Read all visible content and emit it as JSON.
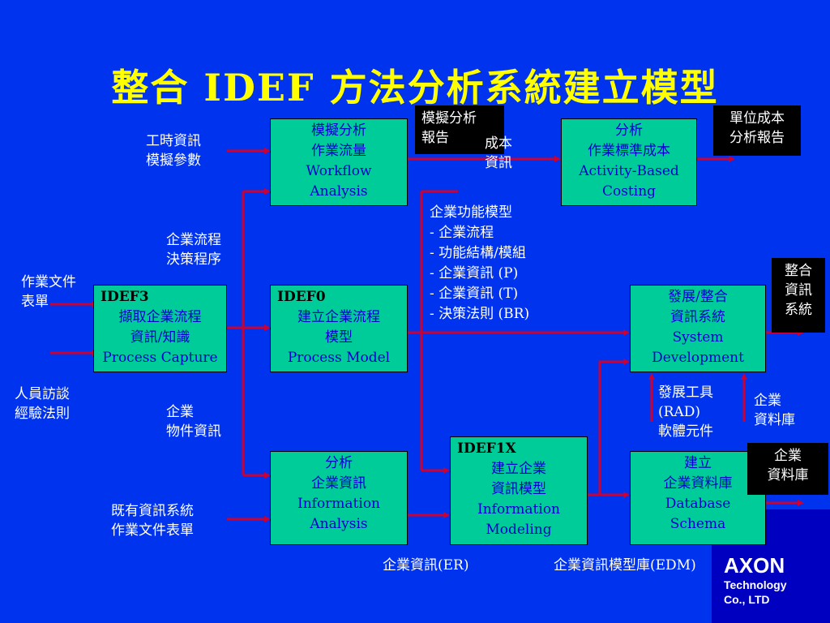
{
  "title": "整合 IDEF 方法分析系統建立模型",
  "boxes": {
    "workflow": [
      "模擬分析",
      "作業流量",
      "Workflow",
      "Analysis"
    ],
    "costing": [
      "分析",
      "作業標準成本",
      "Activity-Based",
      "Costing"
    ],
    "idef3": {
      "head": "IDEF3",
      "lines": [
        "擷取企業流程",
        "資訊/知識",
        "Process Capture"
      ]
    },
    "idef0": {
      "head": "IDEF0",
      "lines": [
        "建立企業流程",
        "模型",
        "Process Model"
      ]
    },
    "sysdev": [
      "發展/整合",
      "資訊系統",
      "System",
      "Development"
    ],
    "info_analysis": [
      "分析",
      "企業資訊",
      "Information",
      "Analysis"
    ],
    "idef1x": {
      "head": "IDEF1X",
      "lines": [
        "建立企業",
        "資訊模型",
        "Information",
        "Modeling"
      ]
    },
    "db_schema": [
      "建立",
      "企業資料庫",
      "Database",
      "Schema"
    ]
  },
  "black_boxes": {
    "sim_report": [
      "模擬分析",
      "報告"
    ],
    "unit_cost": [
      "單位成本",
      "分析報告"
    ],
    "integrated": [
      "整合",
      "資訊",
      "系統"
    ],
    "enterprise_db": [
      "企業",
      "資料庫"
    ]
  },
  "labels": {
    "work_time": [
      "工時資訊",
      "模擬參數"
    ],
    "cost_info": [
      "成本",
      "資訊"
    ],
    "process_decision": [
      "企業流程",
      "決策程序"
    ],
    "functional_model": [
      "企業功能模型",
      "- 企業流程",
      "- 功能結構/模組",
      "- 企業資訊 (P)",
      "- 企業資訊 (T)",
      "- 決策法則 (BR)"
    ],
    "work_docs": [
      "作業文件",
      "表單"
    ],
    "interview": [
      "人員訪談",
      "經驗法則"
    ],
    "object_info": [
      "企業",
      "物件資訊"
    ],
    "dev_tools": [
      "發展工具",
      "(RAD)",
      "軟體元件"
    ],
    "db_label": [
      "企業",
      "資料庫"
    ],
    "existing_sys": [
      "既有資訊系統",
      "作業文件表單"
    ],
    "er": "企業資訊(ER)",
    "edm": "企業資訊模型庫(EDM)"
  },
  "logo": {
    "name": "AXON",
    "line1": "Technology",
    "line2": "Co., LTD"
  },
  "colors": {
    "background": "#0033ee",
    "box": "#00cc99",
    "arrow": "#cc0033",
    "title": "#ffff00",
    "box_text": "#0000cc"
  }
}
